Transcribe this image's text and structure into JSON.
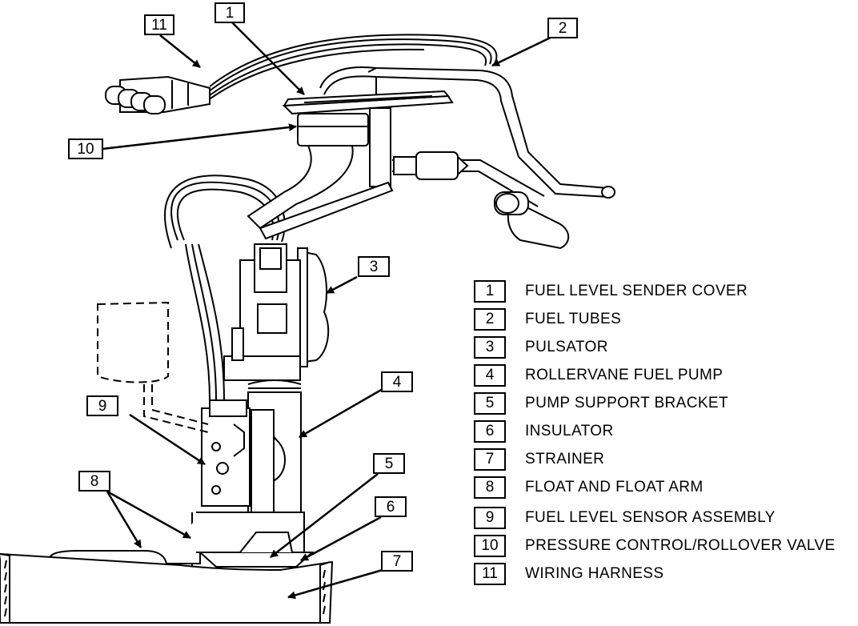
{
  "callouts": [
    {
      "num": "1"
    },
    {
      "num": "2"
    },
    {
      "num": "3"
    },
    {
      "num": "4"
    },
    {
      "num": "5"
    },
    {
      "num": "6"
    },
    {
      "num": "7"
    },
    {
      "num": "8"
    },
    {
      "num": "9"
    },
    {
      "num": "10"
    },
    {
      "num": "11"
    }
  ],
  "legend": [
    {
      "num": "1",
      "label": "FUEL LEVEL SENDER COVER"
    },
    {
      "num": "2",
      "label": "FUEL TUBES"
    },
    {
      "num": "3",
      "label": "PULSATOR"
    },
    {
      "num": "4",
      "label": "ROLLERVANE FUEL PUMP"
    },
    {
      "num": "5",
      "label": "PUMP SUPPORT BRACKET"
    },
    {
      "num": "6",
      "label": "INSULATOR"
    },
    {
      "num": "7",
      "label": "STRAINER"
    },
    {
      "num": "8",
      "label": "FLOAT AND FLOAT ARM"
    },
    {
      "num": "9",
      "label": "FUEL LEVEL SENSOR ASSEMBLY"
    },
    {
      "num": "10",
      "label": "PRESSURE CONTROL/ROLLOVER VALVE"
    },
    {
      "num": "11",
      "label": "WIRING HARNESS"
    }
  ]
}
